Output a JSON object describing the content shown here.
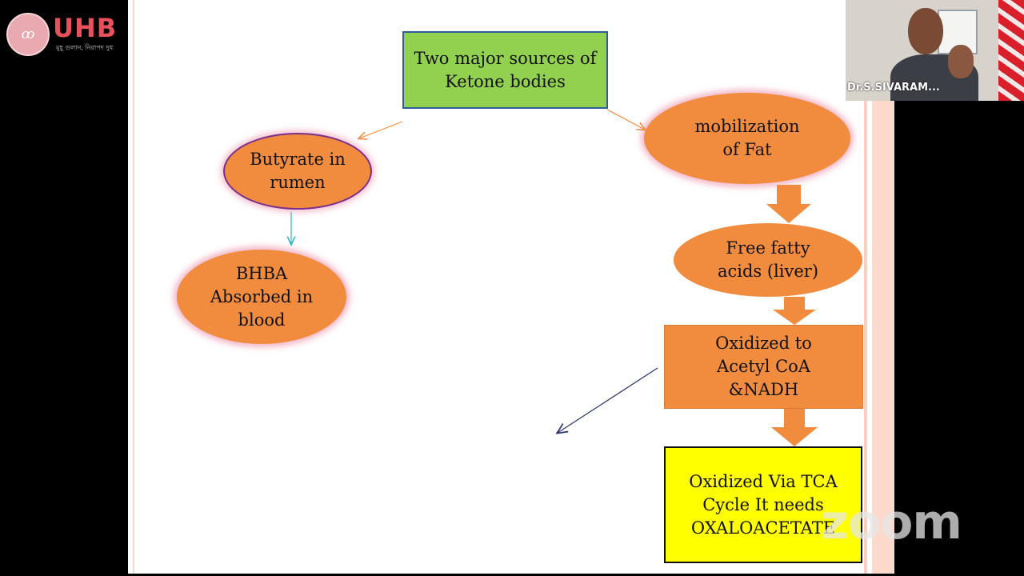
{
  "branding": {
    "logo_text": "UHB",
    "logo_mark": "ꝏ",
    "tagline": "মুহূ গুলান, নিরাপদ দুধ"
  },
  "slide": {
    "title_box": "Two major sources of Ketone bodies",
    "butyrate": "Butyrate in rumen",
    "bhba": "BHBA Absorbed in blood",
    "mobilization": "mobilization of Fat",
    "free_fatty_acids": "Free fatty acids (liver)",
    "oxidized_acetyl": "Oxidized to Acetyl CoA &NADH",
    "oxidized_tca": "Oxidized Via TCA Cycle It needs OXALOACETATE"
  },
  "participant": {
    "name": "Dr.S.SIVARAM..."
  },
  "watermark": "zoom",
  "colors": {
    "orange": "#f18c3f",
    "green": "#92d050",
    "yellow": "#ffff00",
    "accent_red": "#e8505b"
  }
}
